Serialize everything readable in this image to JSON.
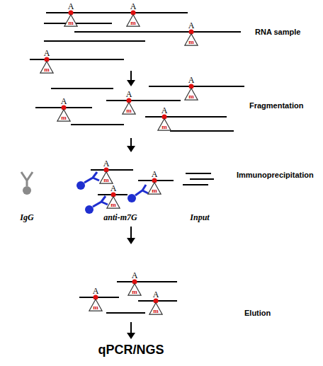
{
  "diagram": {
    "nodes": [
      {
        "text": [
          "m"
        ]
      },
      {
        "text": [
          "m"
        ]
      },
      {
        "text": [
          "m"
        ]
      },
      {
        "text": [
          "m"
        ]
      },
      {
        "text": [
          "m"
        ]
      },
      {
        "text": [
          "m"
        ]
      },
      {
        "text": [
          "m"
        ]
      },
      {
        "text": [
          "m"
        ]
      },
      {
        "text": [
          "m"
        ]
      },
      {
        "text": [
          "m"
        ]
      },
      {
        "text": [
          "m"
        ]
      },
      {
        "text": [
          "m"
        ]
      },
      {
        "text": [
          "m"
        ]
      },
      {
        "text": [
          "m"
        ]
      }
    ],
    "labels": [
      "A",
      "A",
      "A",
      "RNA sample",
      "A",
      "A",
      "A",
      "Fragmentation",
      "A",
      "A",
      "A",
      "A",
      "Immunoprecipitation",
      "A",
      "IgG",
      "anti-m7G",
      "Input",
      "A",
      "A",
      "A",
      "Elution",
      "qPCR/NGS"
    ]
  }
}
